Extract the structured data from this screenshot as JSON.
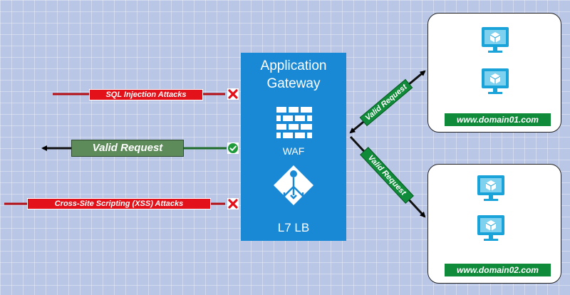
{
  "gateway": {
    "title_line1": "Application",
    "title_line2": "Gateway",
    "waf_label": "WAF",
    "lb_label": "L7 LB"
  },
  "requests": {
    "sql": "SQL Injection Attacks",
    "valid": "Valid Request",
    "xss": "Cross-Site Scripting (XSS) Attacks"
  },
  "backend_links": {
    "upper": "Valid Request",
    "lower": "Valid Request"
  },
  "servers": [
    {
      "domain": "www.domain01.com"
    },
    {
      "domain": "www.domain02.com"
    }
  ],
  "icons": {
    "blocked": "red-x-icon",
    "allowed": "green-check-icon",
    "firewall": "brick-wall-icon",
    "load_balancer": "load-balancer-icon",
    "vm": "virtual-machine-icon"
  },
  "colors": {
    "background": "#b9c6e6",
    "gateway": "#1a89d5",
    "attack": "#e3111a",
    "valid": "#5d8c5a",
    "domain": "#108b3a"
  }
}
